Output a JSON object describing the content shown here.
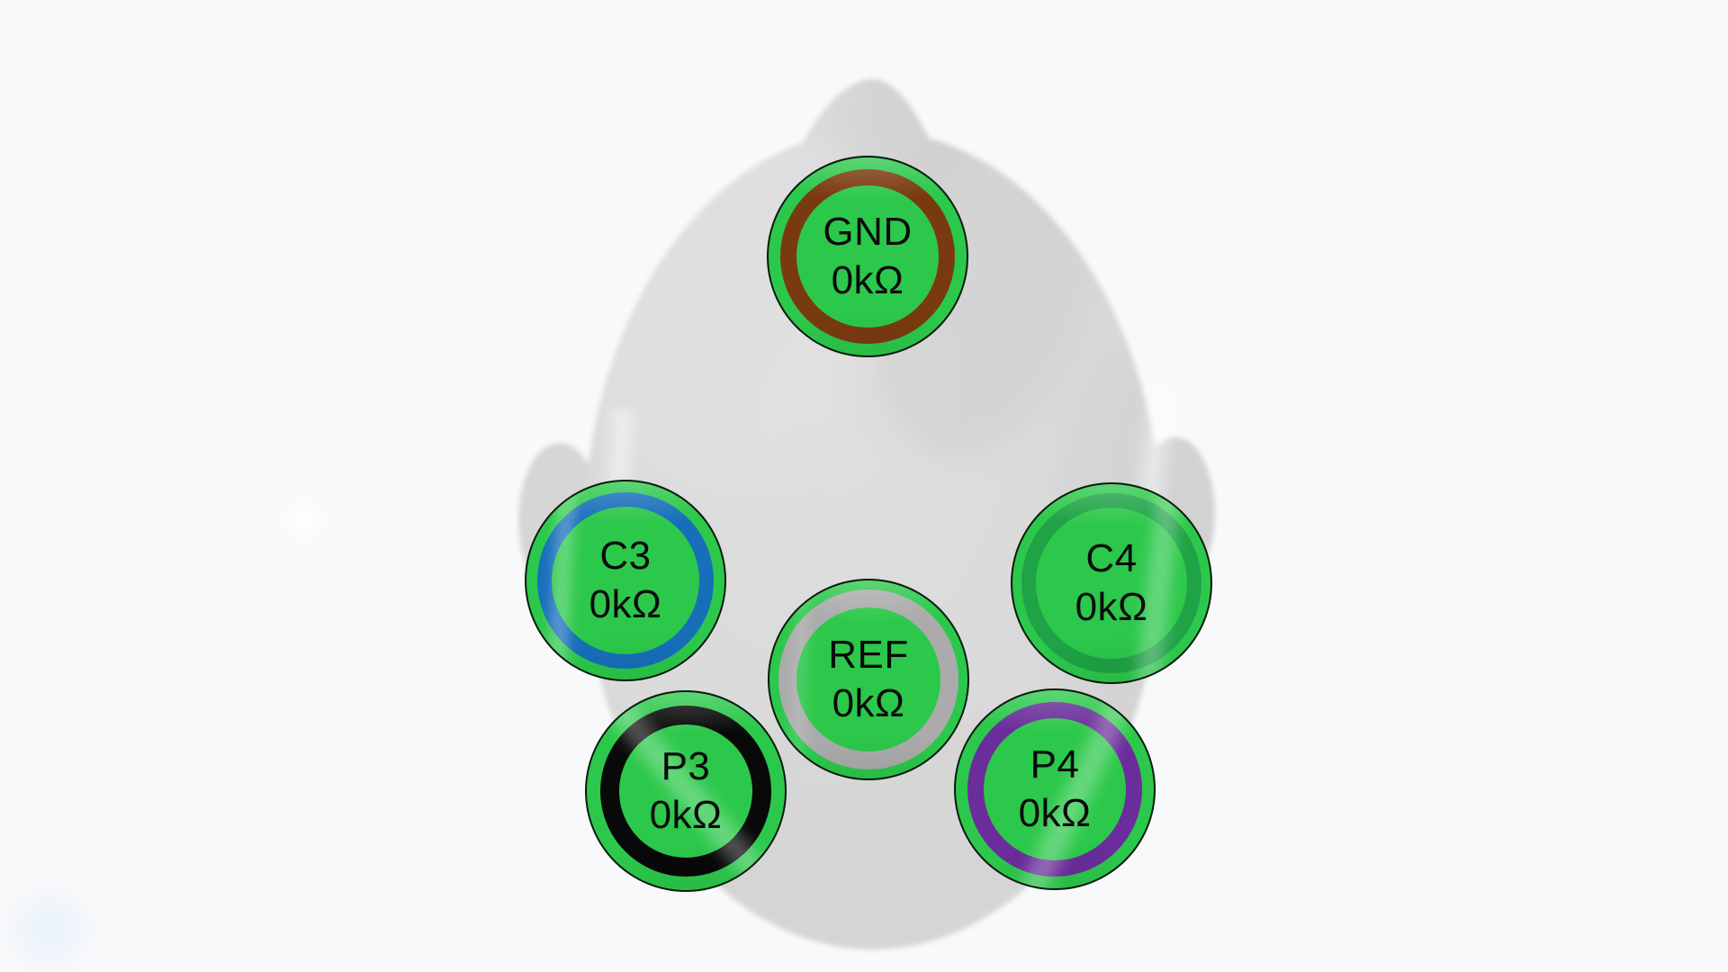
{
  "page": {
    "background_color": "#f8f9fa"
  },
  "head": {
    "description": "top-view head silhouette with nose and ears",
    "fill_color": "#dbdbdb"
  },
  "impedance_check": {
    "good_fill_color": "#2cc84b",
    "electrodes": [
      {
        "id": "GND",
        "label": "GND",
        "impedance": "0kΩ",
        "ring_color": "#7a3a0f",
        "fill_color": "#2cc84b"
      },
      {
        "id": "C3",
        "label": "C3",
        "impedance": "0kΩ",
        "ring_color": "#176fba",
        "fill_color": "#2cc84b"
      },
      {
        "id": "C4",
        "label": "C4",
        "impedance": "0kΩ",
        "ring_color": "#1fa346",
        "fill_color": "#2cc84b"
      },
      {
        "id": "REF",
        "label": "REF",
        "impedance": "0kΩ",
        "ring_color": "#ababab",
        "fill_color": "#2cc84b"
      },
      {
        "id": "P3",
        "label": "P3",
        "impedance": "0kΩ",
        "ring_color": "#090909",
        "fill_color": "#2cc84b"
      },
      {
        "id": "P4",
        "label": "P4",
        "impedance": "0kΩ",
        "ring_color": "#6a2d9b",
        "fill_color": "#2cc84b"
      }
    ]
  }
}
